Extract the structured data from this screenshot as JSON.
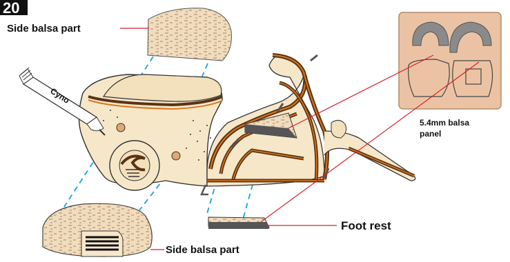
{
  "step_number": "20",
  "labels": {
    "side_part_top": "Side balsa part",
    "side_part_bottom": "Side balsa part",
    "panel": [
      "5.4mm balsa",
      "panel"
    ],
    "foot_rest": "Foot rest"
  },
  "glue_tube_text": "Cyno",
  "colors": {
    "balsa": "#f1dcbd",
    "wood_light": "#f6e7c9",
    "laminate_dark": "#5a3313",
    "laminate_orange": "#d9771f",
    "leader_line": "#d61f2c",
    "dashed_guide": "#29a9e1",
    "panel_background": "#ebc3a4",
    "panel_cutout": "#8a8a8a",
    "step_badge": "#111111"
  }
}
